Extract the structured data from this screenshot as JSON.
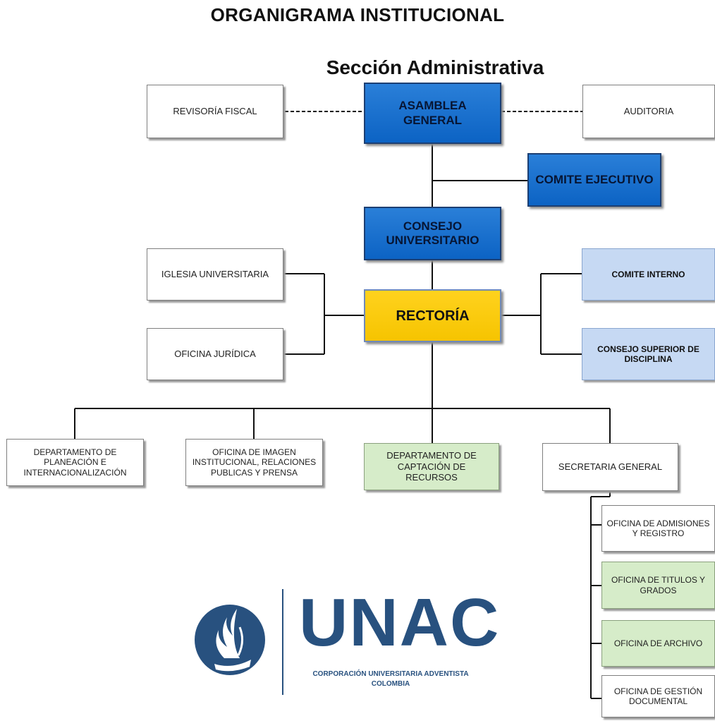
{
  "header": {
    "title": "ORGANIGRAMA INSTITUCIONAL",
    "subtitle": "Sección Administrativa"
  },
  "nodes": {
    "asamblea": "ASAMBLEA GENERAL",
    "revisoria": "REVISORÍA FISCAL",
    "auditoria": "AUDITORIA",
    "comite_ejecutivo": "COMITE EJECUTIVO",
    "consejo_universitario": "CONSEJO UNIVERSITARIO",
    "iglesia": "IGLESIA UNIVERSITARIA",
    "oficina_juridica": "OFICINA JURÍDICA",
    "rectoria": "RECTORÍA",
    "comite_interno": "COMITE INTERNO",
    "consejo_disciplina": "CONSEJO SUPERIOR DE DISCIPLINA",
    "planeacion": "DEPARTAMENTO DE PLANEACIÓN E INTERNACIONALIZACIÓN",
    "imagen": "OFICINA DE IMAGEN INSTITUCIONAL, RELACIONES PUBLICAS Y PRENSA",
    "captacion": "DEPARTAMENTO DE CAPTACIÓN DE RECURSOS",
    "secretaria": "SECRETARIA GENERAL",
    "admisiones": "OFICINA DE ADMISIONES Y REGISTRO",
    "titulos": "OFICINA DE TITULOS Y GRADOS",
    "archivo": "OFICINA DE ARCHIVO",
    "gestion": "OFICINA DE GESTIÓN DOCUMENTAL"
  },
  "logo": {
    "wordmark": "UNAC",
    "caption_line1": "CORPORACIÓN UNIVERSITARIA ADVENTISTA",
    "caption_line2": "COLOMBIA"
  },
  "colors": {
    "primary_blue": "#0c63c4",
    "rectoria_yellow": "#f6c400",
    "light_blue": "#c6d9f3",
    "light_green": "#d6ecc9",
    "logo_blue": "#28517f"
  }
}
